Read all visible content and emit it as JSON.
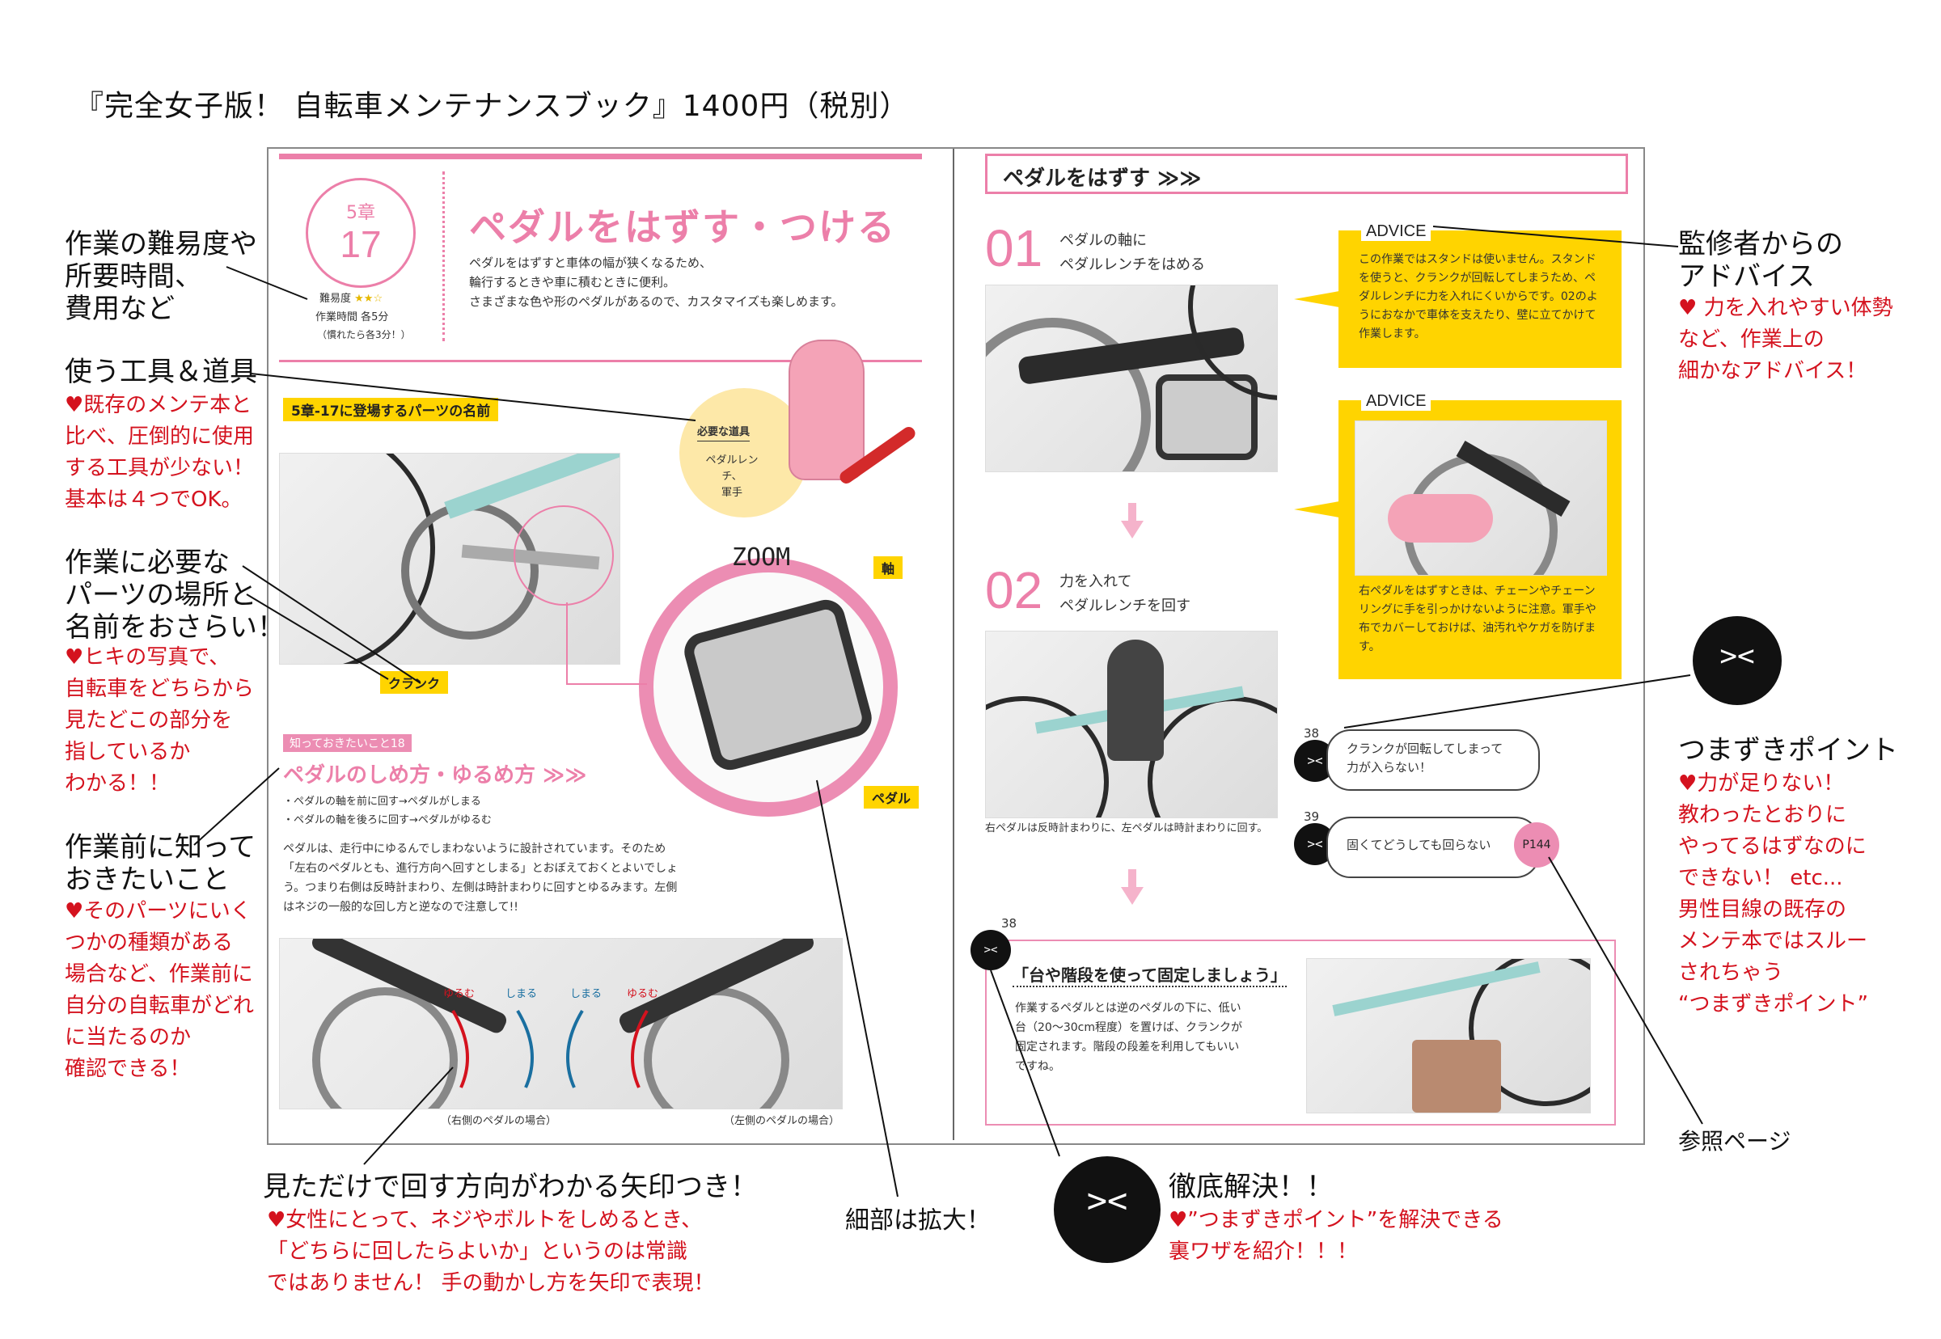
{
  "title": "『完全女子版！ 自転車メンテナンスブック』1400円（税別）",
  "left_page": {
    "chapter_label": "5章",
    "chapter_num": "17",
    "difficulty_label": "難易度",
    "difficulty_stars": "★★☆",
    "time_label": "作業時間",
    "time_value": "各5分",
    "time_note": "（慣れたら各3分！）",
    "heading": "ペダルをはずす・つける",
    "intro": "ペダルをはずすと車体の幅が狭くなるため、\n輪行するときや車に積むときに便利。\nさまざまな色や形のペダルがあるので、カスタマイズも楽しめます。",
    "parts_tag": "5章-17に登場するパーツの名前",
    "tools_title": "必要な道具",
    "tools_list": "ペダルレンチ、\n軍手",
    "zoom": "ZOOM",
    "label_axis": "軸",
    "label_crank": "クランク",
    "label_pedal": "ペダル",
    "knowledge_tag": "知っておきたいこと18",
    "knowledge_title": "ペダルのしめ方・ゆるめ方 ≫≫",
    "bullet_1": "・ペダルの軸を前に回す→ペダルがしまる",
    "bullet_2": "・ペダルの軸を後ろに回す→ペダルがゆるむ",
    "body": "ペダルは、走行中にゆるんでしまわないように設計されています。そのため「左右のペダルとも、進行方向へ回すとしまる」とおぼえておくとよいでしょう。つまり右側は反時計まわり、左側は時計まわりに回すとゆるみます。左側はネジの一般的な回し方と逆なので注意して!!",
    "loosen": "ゆるむ",
    "tighten": "しまる",
    "caption_right": "（右側のペダルの場合）",
    "caption_left": "（左側のペダルの場合）"
  },
  "right_page": {
    "header": "ペダルをはずす ≫≫",
    "step1_num": "01",
    "step1_text": "ペダルの軸に\nペダルレンチをはめる",
    "step2_num": "02",
    "step2_text": "力を入れて\nペダルレンチを回す",
    "step2_caption": "右ペダルは反時計まわりに、左ペダルは時計まわりに回す。",
    "advice_label": "ADVICE",
    "advice1": "この作業ではスタンドは使いません。スタンドを使うと、クランクが回転してしまうため、ペダルレンチに力を入れにくいからです。02のようにおなかで車体を支えたり、壁に立てかけて作業します。",
    "advice2": "右ペダルをはずすときは、チェーンやチェーンリングに手を引っかけないように注意。軍手や布でカバーしておけば、油汚れやケガを防げます。",
    "trouble1_num": "38",
    "trouble1": "クランクが回転してしまって\n力が入らない！",
    "trouble2_num": "39",
    "trouble2": "固くてどうしても回らない",
    "ref_page": "P144",
    "solution_num": "38",
    "solution_title": "「台や階段を使って固定しましょう」",
    "solution_body": "作業するペダルとは逆のペダルの下に、低い台（20〜30cm程度）を置けば、クランクが固定されます。階段の段差を利用してもいいですね。"
  },
  "annotations": {
    "difficulty": "作業の難易度や\n所要時間、\n費用など",
    "tools_head": "使う工具＆道具",
    "tools_red": "♥既存のメンテ本と\n比べ、圧倒的に使用\nする工具が少ない！\n基本は４つでOK。",
    "parts_head": "作業に必要な\nパーツの場所と\n名前をおさらい！",
    "parts_red": "♥ヒキの写真で、\n自転車をどちらから\n見たどこの部分を\n指しているか\nわかる！！",
    "before_head": "作業前に知って\nおきたいこと",
    "before_red": "♥そのパーツにいく\nつかの種類がある\n場合など、作業前に\n自分の自転車がどれ\nに当たるのか\n確認できる！",
    "arrow_head": "見ただけで回す方向がわかる矢印つき！",
    "arrow_red": "♥女性にとって、ネジやボルトをしめるとき、\n「どちらに回したらよいか」というのは常識\nではありません！ 手の動かし方を矢印で表現！",
    "zoom": "細部は拡大！",
    "solve_head": "徹底解決！！",
    "solve_red": "♥”つまずきポイント”を解決できる\n裏ワザを紹介！！！",
    "advice_head": "監修者からの\nアドバイス",
    "advice_red": "♥ 力を入れやすい体勢\nなど、作業上の\n細かなアドバイス！",
    "stumble_head": "つまずきポイント",
    "stumble_red": "♥力が足りない！\n教わったとおりに\nやってるはずなのに\nできない！ etc...\n男性目線の既存の\nメンテ本ではスルー\nされちゃう\n“つまずきポイント”",
    "ref": "参照ページ"
  },
  "colors": {
    "accent_pink": "#ec7fa9",
    "advice_yellow": "#ffd400",
    "annotation_red": "#d4121e"
  }
}
